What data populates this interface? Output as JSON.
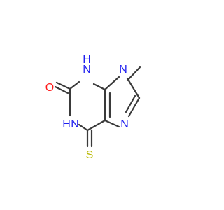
{
  "colors": {
    "background": "#ffffff",
    "bond": "#3a3a3a",
    "carbon": "#3a3a3a",
    "nitrogen": "#1f1ff0",
    "oxygen": "#ff1a1a",
    "sulfur": "#b8b800"
  },
  "atoms": {
    "n_methyl": "N",
    "n_h_top": "N",
    "h_top": "H",
    "oxygen": "O",
    "n_h_left": "N",
    "h_left": "H",
    "sulfur": "S",
    "n_ring": "N"
  }
}
